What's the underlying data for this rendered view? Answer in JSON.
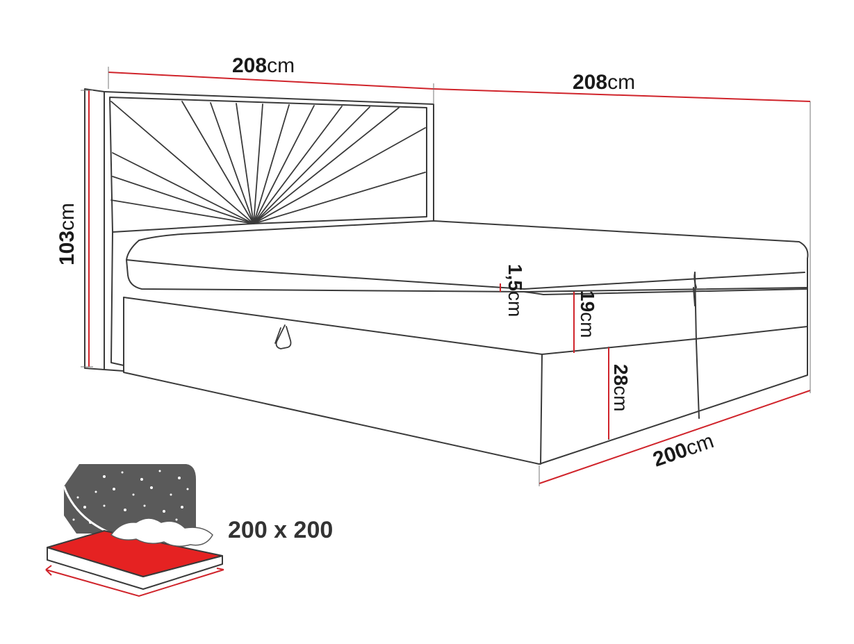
{
  "colors": {
    "dimension_line": "#d0242b",
    "outline": "#3a3a3a",
    "mattress_red": "#e52222",
    "night_sky": "#5a5a5a"
  },
  "dimensions": {
    "headboard_width": {
      "value": "208",
      "unit": "cm"
    },
    "bed_length": {
      "value": "208",
      "unit": "cm"
    },
    "height": {
      "value": "103",
      "unit": "cm"
    },
    "topper": {
      "value": "1,5",
      "unit": "cm"
    },
    "mattress": {
      "value": "19",
      "unit": "cm"
    },
    "base": {
      "value": "28",
      "unit": "cm"
    },
    "bed_width": {
      "value": "200",
      "unit": "cm"
    }
  },
  "sleeping_area": {
    "label": "200 x 200",
    "icon": "mattress-night-icon"
  }
}
